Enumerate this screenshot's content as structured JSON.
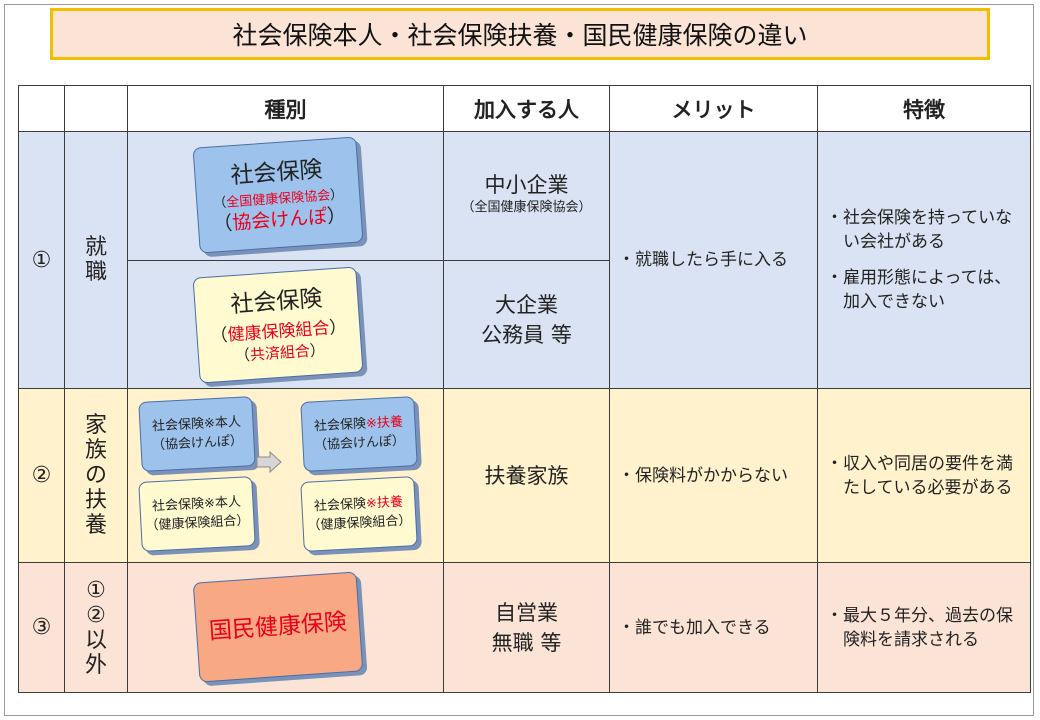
{
  "title": "社会保険本人・社会保険扶養・国民健康保険の違い",
  "headers": {
    "no": "",
    "kind_label": "",
    "type": "種別",
    "who": "加入する人",
    "merit": "メリット",
    "feature": "特徴"
  },
  "rows": [
    {
      "num": "①",
      "label_chars": [
        "就",
        "職"
      ],
      "box_a": {
        "l1": "社会保険",
        "l2a": "（",
        "l2b": "全国健康保険協会",
        "l2c": "）",
        "l3a": "（",
        "l3b": "協会けんぽ",
        "l3c": "）"
      },
      "box_b": {
        "l1": "社会保険",
        "l2a": "（",
        "l2b": "健康保険組合",
        "l2c": "）",
        "l3a": "（",
        "l3b": "共済組合",
        "l3c": "）"
      },
      "who_a": {
        "main": "中小企業",
        "sub": "（全国健康保険協会）"
      },
      "who_b": {
        "l1": "大企業",
        "l2": "公務員 等"
      },
      "merit": "・就職したら手に入る",
      "features": [
        {
          "dot": "・",
          "text": "社会保険を持っていない会社がある"
        },
        {
          "dot": "・",
          "text": "雇用形態によっては、加入できない"
        }
      ]
    },
    {
      "num": "②",
      "label_chars": [
        "家",
        "族",
        "の",
        "扶",
        "養"
      ],
      "box_tl": {
        "l1": "社会保険※本人",
        "l2": "（協会けんぽ）"
      },
      "box_bl": {
        "l1": "社会保険※本人",
        "l2": "（健康保険組合）"
      },
      "box_tr": {
        "l1a": "社会保険",
        "l1b": "※扶養",
        "l2": "（協会けんぽ）"
      },
      "box_br": {
        "l1a": "社会保険",
        "l1b": "※扶養",
        "l2": "（健康保険組合）"
      },
      "who": "扶養家族",
      "merit": "・保険料がかからない",
      "features": [
        {
          "dot": "・",
          "text": "収入や同居の要件を満たしている必要がある"
        }
      ]
    },
    {
      "num": "③",
      "label_chars": [
        "①",
        "②",
        "以",
        "外"
      ],
      "box": "国民健康保険",
      "who": {
        "l1": "自営業",
        "l2": "無職 等"
      },
      "merit": "・誰でも加入できる",
      "features": [
        {
          "dot": "・",
          "text": "最大５年分、過去の保険料を請求される"
        }
      ]
    }
  ],
  "icons": {
    "arrow": "arrow-right-icon"
  },
  "colors": {
    "row1": "#dae3f3",
    "row2": "#fff2cc",
    "row3": "#fbe3d6",
    "red_text": "#e8001c",
    "title_border": "#f0c000"
  }
}
